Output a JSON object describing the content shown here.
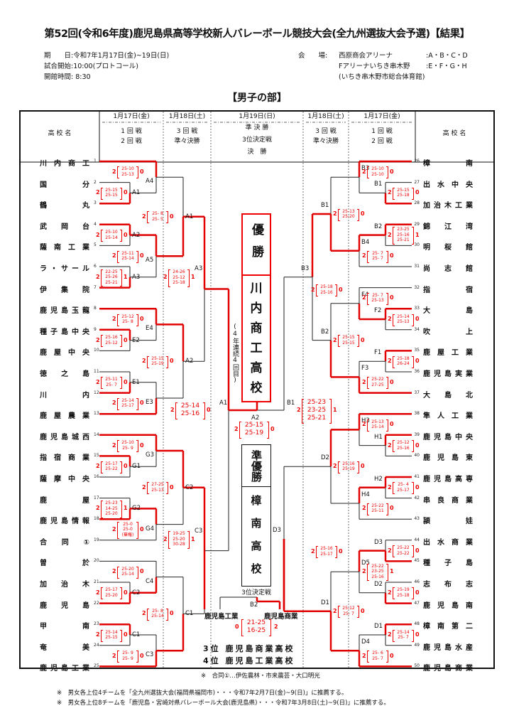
{
  "title": "第52回(令和6年度)鹿児島県高等学校新人バレーボール競技大会(全九州選抜大会予選)【結果】",
  "info": {
    "period": "期　　日:令和7年1月17日(金)~19日(日)",
    "start": "試合開始:10:00(プロトコール)",
    "open": "開館時間:  8:30",
    "venue_label": "会　　場:",
    "venue1": "西原商会アリーナ",
    "venue1_courts": ":A・B・C・D",
    "venue2": "Fアリーナいちき串木野",
    "venue2_courts": ":E・F・G・H",
    "venue2_note": "(いちき串木野市総合体育館)"
  },
  "section": "【男子の部】",
  "header": {
    "school_left": "高 校 名",
    "school_right": "高 校 名",
    "cols": [
      {
        "date": "1月17日(金)",
        "rounds": [
          "1 回 戦",
          "2 回 戦"
        ]
      },
      {
        "date": "1月18日(土)",
        "rounds": [
          "3 回 戦",
          "準々決勝"
        ]
      },
      {
        "date": "1月19日(日)",
        "rounds": [
          "準 決 勝",
          "3位決定戦",
          "決　勝"
        ]
      },
      {
        "date": "1月18日(土)",
        "rounds": [
          "3 回 戦",
          "準々決勝"
        ]
      },
      {
        "date": "1月17日(金)",
        "rounds": [
          "1 回 戦",
          "2 回 戦"
        ]
      }
    ]
  },
  "teams_left": [
    {
      "n": "1",
      "name": "川 内 商 工"
    },
    {
      "n": "2",
      "name": "国　　　分"
    },
    {
      "n": "3",
      "name": "鶴　　　丸"
    },
    {
      "n": "4",
      "name": "武　岡　台"
    },
    {
      "n": "5",
      "name": "薩 南 工 業"
    },
    {
      "n": "6",
      "name": "ラ・サール"
    },
    {
      "n": "7",
      "name": "伊　集　院"
    },
    {
      "n": "8",
      "name": "鹿児島玉龍"
    },
    {
      "n": "9",
      "name": "種子島中央"
    },
    {
      "n": "10",
      "name": "鹿 屋 中 央"
    },
    {
      "n": "11",
      "name": "徳　之　島"
    },
    {
      "n": "12",
      "name": "川　　　内"
    },
    {
      "n": "13",
      "name": "鹿 屋 農 業"
    },
    {
      "n": "14",
      "name": "鹿児島城西"
    },
    {
      "n": "15",
      "name": "指 宿 商 業"
    },
    {
      "n": "16",
      "name": "薩 摩 中 央"
    },
    {
      "n": "17",
      "name": "鹿　　　屋"
    },
    {
      "n": "18",
      "name": "鹿児島情報"
    },
    {
      "n": "19",
      "name": "合　同　①"
    },
    {
      "n": "20",
      "name": "曽　　　於"
    },
    {
      "n": "21",
      "name": "加　治　木"
    },
    {
      "n": "22",
      "name": "鹿　児　島"
    },
    {
      "n": "23",
      "name": "甲　　　南"
    },
    {
      "n": "24",
      "name": "奄　　　美"
    },
    {
      "n": "25",
      "name": "鹿児島工業"
    }
  ],
  "teams_right": [
    {
      "n": "26",
      "name": "樟　　　南"
    },
    {
      "n": "27",
      "name": "出 水 中 央"
    },
    {
      "n": "28",
      "name": "加治木工業"
    },
    {
      "n": "29",
      "name": "錦　江　湾"
    },
    {
      "n": "30",
      "name": "明　桜　館"
    },
    {
      "n": "31",
      "name": "尚　志　館"
    },
    {
      "n": "32",
      "name": "指　　　宿"
    },
    {
      "n": "33",
      "name": "大　　　島"
    },
    {
      "n": "34",
      "name": "吹　　　上"
    },
    {
      "n": "35",
      "name": "鹿 屋 工 業"
    },
    {
      "n": "36",
      "name": "鹿児島実業"
    },
    {
      "n": "37",
      "name": "大　島　北"
    },
    {
      "n": "38",
      "name": "隼 人 工 業"
    },
    {
      "n": "39",
      "name": "鹿児島中央"
    },
    {
      "n": "40",
      "name": "鹿 児 島 東"
    },
    {
      "n": "41",
      "name": "鹿児島高専"
    },
    {
      "n": "42",
      "name": "串 良 商 業"
    },
    {
      "n": "43",
      "name": "頴　　　娃"
    },
    {
      "n": "44",
      "name": "出 水 商 業"
    },
    {
      "n": "45",
      "name": "種　子　島"
    },
    {
      "n": "46",
      "name": "志　布　志"
    },
    {
      "n": "47",
      "name": "鹿 児 島 南"
    },
    {
      "n": "48",
      "name": "樟 南 第 二"
    },
    {
      "n": "49",
      "name": "鹿児島水産"
    },
    {
      "n": "50",
      "name": "鹿児島商業"
    }
  ],
  "matches_left": [
    {
      "court": "A4",
      "w": "2",
      "sets": [
        "25-10",
        "25-13"
      ],
      "l": "0"
    },
    {
      "court": "A1",
      "w": "2",
      "sets": [
        "25-15",
        "25-15"
      ],
      "l": "0"
    },
    {
      "court": "A2",
      "w": "2",
      "sets": [
        "25-10",
        "25-14"
      ],
      "l": "0"
    },
    {
      "court": "A5",
      "w": "2",
      "sets": [
        "25-11",
        "25-14"
      ],
      "l": "0"
    },
    {
      "court": "A3",
      "w": "2",
      "sets": [
        "22-25",
        "25-26",
        "25-21"
      ],
      "l": "1"
    },
    {
      "court": "E4",
      "w": "2",
      "sets": [
        "25-12",
        "25- 8"
      ],
      "l": "0"
    },
    {
      "court": "E2",
      "w": "2",
      "sets": [
        "25-16",
        "25-12"
      ],
      "l": "0"
    },
    {
      "court": "E1",
      "w": "2",
      "sets": [
        "25-11",
        "25- 7"
      ],
      "l": "0"
    },
    {
      "court": "E3",
      "w": "2",
      "sets": [
        "25-14",
        "25-17"
      ],
      "l": "0"
    },
    {
      "court": "G3",
      "w": "2",
      "sets": [
        "25-10",
        "25- 9"
      ],
      "l": "0"
    },
    {
      "court": "G1",
      "w": "2",
      "sets": [
        "25-17",
        "25-22"
      ],
      "l": "0"
    },
    {
      "court": "G2",
      "w": "2",
      "sets": [
        "25-23",
        "14-25",
        "25-20"
      ],
      "l": "1"
    },
    {
      "court": "G4",
      "w": "2",
      "sets": [
        "25-0",
        "25-0",
        "(棄権)"
      ],
      "l": "0"
    },
    {
      "court": "C4",
      "w": "2",
      "sets": [
        "25-20",
        "25-14"
      ],
      "l": "0"
    },
    {
      "court": "C2",
      "w": "2",
      "sets": [
        "25-17",
        "25-20"
      ],
      "l": "0"
    },
    {
      "court": "C1",
      "w": "2",
      "sets": [
        "25-14",
        "25-15"
      ],
      "l": "0"
    },
    {
      "court": "C3",
      "w": "2",
      "sets": [
        "25- 9",
        "25- 9"
      ],
      "l": "0"
    },
    {
      "court": "A1",
      "w": "2",
      "sets": [
        "25- 8",
        "25- 5"
      ],
      "l": "0"
    },
    {
      "court": "A3",
      "w": "2",
      "sets": [
        "24-26",
        "25-12",
        "25-18"
      ],
      "l": "1"
    },
    {
      "court": "A2",
      "w": "2",
      "sets": [
        "25-15",
        "25-19"
      ],
      "l": "0"
    },
    {
      "court": "C2",
      "w": "2",
      "sets": [
        "27-25",
        "25-13"
      ],
      "l": "0"
    },
    {
      "court": "C1",
      "w": "2",
      "sets": [
        "25- 8",
        "25-14"
      ],
      "l": "0"
    },
    {
      "court": "C3",
      "w": "2",
      "sets": [
        "19-25",
        "25-20",
        "30-28"
      ],
      "l": "1"
    },
    {
      "court": "A1",
      "w": "2",
      "sets": [
        "25-14",
        "25-16"
      ],
      "l": "0"
    }
  ],
  "matches_right": [
    {
      "court": "B3",
      "w": "2",
      "sets": [
        "25-10",
        "25-10"
      ],
      "l": "0"
    },
    {
      "court": "B1",
      "w": "2",
      "sets": [
        "25-15",
        "25-18"
      ],
      "l": "0"
    },
    {
      "court": "B2",
      "w": "2",
      "sets": [
        "23-25",
        "25-16",
        "25-21"
      ],
      "l": "1"
    },
    {
      "court": "B4",
      "w": "2",
      "sets": [
        "25- 7",
        "25- 7"
      ],
      "l": "0"
    },
    {
      "court": "F4",
      "w": "2",
      "sets": [
        "25- 7",
        "25-13"
      ],
      "l": "0"
    },
    {
      "court": "F2",
      "w": "2",
      "sets": [
        "25-14",
        "25-13"
      ],
      "l": "0"
    },
    {
      "court": "F1",
      "w": "2",
      "sets": [
        "25-18",
        "26-24"
      ],
      "l": "0"
    },
    {
      "court": "F3",
      "w": "2",
      "sets": [
        "25-22",
        "27-25"
      ],
      "l": "0"
    },
    {
      "court": "H3",
      "w": "2",
      "sets": [
        "25-13",
        "25-14"
      ],
      "l": "0"
    },
    {
      "court": "H1",
      "w": "2",
      "sets": [
        "25-12",
        "25-16"
      ],
      "l": "0"
    },
    {
      "court": "H2",
      "w": "2",
      "sets": [
        "25- 4",
        "25-17"
      ],
      "l": "0"
    },
    {
      "court": "H4",
      "w": "2",
      "sets": [
        "25-22",
        "25-11"
      ],
      "l": "0"
    },
    {
      "court": "D3",
      "w": "2",
      "sets": [
        "25-22",
        "25-22"
      ],
      "l": "0"
    },
    {
      "court": "D5",
      "w": "2",
      "sets": [
        "25-22",
        "23-25",
        "25-16"
      ],
      "l": "1"
    },
    {
      "court": "D2",
      "w": "2",
      "sets": [
        "25-19",
        "25-18"
      ],
      "l": "0"
    },
    {
      "court": "D1",
      "w": "2",
      "sets": [
        "25-14",
        "25- 7"
      ],
      "l": "0"
    },
    {
      "court": "D4",
      "w": "2",
      "sets": [
        "25- 6",
        "25- 7"
      ],
      "l": "0"
    },
    {
      "court": "B1",
      "w": "2",
      "sets": [
        "25-13",
        "25-20"
      ],
      "l": "0"
    },
    {
      "court": "B3",
      "w": "2",
      "sets": [
        "25-18",
        "25-16"
      ],
      "l": "0"
    },
    {
      "court": "B2",
      "w": "2",
      "sets": [
        "25-15",
        "25-15"
      ],
      "l": "0"
    },
    {
      "court": "D2",
      "w": "2",
      "sets": [
        "25-16",
        "25-19"
      ],
      "l": "0"
    },
    {
      "court": "D3",
      "w": "2",
      "sets": [
        "25-16",
        "25-17"
      ],
      "l": "0"
    },
    {
      "court": "D1",
      "w": "2",
      "sets": [
        "25-12",
        "25- 7"
      ],
      "l": "0"
    },
    {
      "court": "B1",
      "w": "2",
      "sets": [
        "25-23",
        "23-25",
        "25-21"
      ],
      "l": "1"
    }
  ],
  "final": {
    "court": "A2",
    "w": "2",
    "sets": [
      "25-15",
      "25-19"
    ],
    "l": "0"
  },
  "third": {
    "label": "3位決定戦",
    "court": "B2",
    "left": "鹿児島工業",
    "right": "鹿児島商業",
    "lw": "0",
    "sets": [
      "21-25",
      "16-25"
    ],
    "rw": "2"
  },
  "champion": {
    "label": "優勝",
    "name": [
      "川",
      "内",
      "商",
      "工",
      "高",
      "校"
    ],
    "note": "(4年連続4回目)"
  },
  "runnerup": {
    "label": "準優勝",
    "name": [
      "樟",
      "南",
      "高",
      "校"
    ]
  },
  "places": [
    "3位 鹿児島商業高校",
    "4位 鹿児島工業高校"
  ],
  "notes": {
    "joint": "※　合同①…伊佐農林・市来農芸・大口明光",
    "n1": "※　男女各上位4チームを「全九州選抜大会(福岡県福岡市)・・・令和7年2月7日(金)~9(日)」に推薦する。",
    "n2": "※　男女各上位8チームを「鹿児島・宮崎対県バレーボール大会(鹿児島県)・・・令和7年3月8日(土)~9(日)」に推薦する。"
  },
  "colors": {
    "win": "#e00000",
    "lose": "#222222"
  }
}
